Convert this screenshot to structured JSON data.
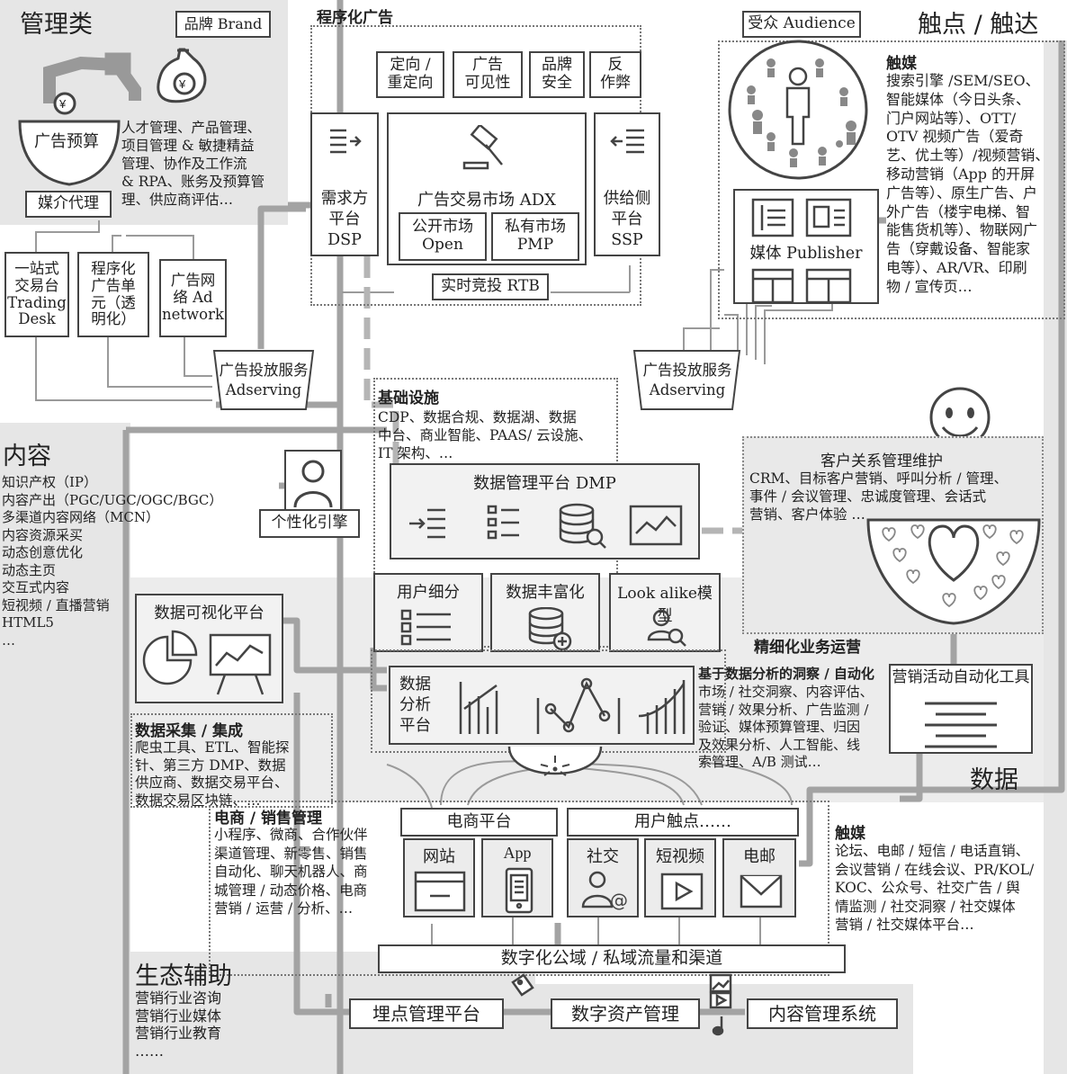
{
  "management": {
    "title": "管理类",
    "brand": "品牌 Brand",
    "budget": "广告预算",
    "agency": "媒介代理",
    "agency_tasks": "人才管理、产品管理、\n项目管理 & 敏捷精益\n管理、协作及工作流\n& RPA、账务及预算管\n理、供应商评估…",
    "tools": [
      "一站式\n交易台\nTrading\nDesk",
      "程序化\n广告单\n元（透\n明化）",
      "广告网\n络 Ad\nnetwork"
    ],
    "adserving": "广告投放服务\nAdserving"
  },
  "programmatic": {
    "title": "程序化广告",
    "top_items": [
      "定向 /\n重定向",
      "广告\n可见性",
      "品牌\n安全",
      "反\n作弊"
    ],
    "dsp": "需求方\n平台\nDSP",
    "adx": "广告交易市场 ADX",
    "open": "公开市场\nOpen",
    "pmp": "私有市场\nPMP",
    "ssp": "供给侧\n平台\nSSP",
    "rtb": "实时竞投 RTB"
  },
  "touchpoints": {
    "title": "触点 / 触达",
    "audience": "受众 Audience",
    "media_title": "触媒",
    "media_text": "搜索引擎 /SEM/SEO、\n智能媒体（今日头条、\n门户网站等）、OTT/\nOTV 视频广告（爱奇\n艺、优土等）/视频营销、\n移动营销（App 的开屏\n广告等）、原生广告、户\n外广告（楼宇电梯、智\n能售货机等）、物联网广\n告（穿戴设备、智能家\n电等）、AR/VR、印刷\n物 / 宣传页…",
    "publisher": "媒体 Publisher",
    "adserving": "广告投放服务\nAdserving"
  },
  "infrastructure": {
    "title": "基础设施",
    "text": "CDP、数据合规、数据湖、数据\n中台、商业智能、PAAS/ 云设施、\nIT 架构、…",
    "dmp": "数据管理平台 DMP",
    "modules": [
      "用户细分",
      "数据丰富化",
      "Look alike模型"
    ],
    "personalization": "个性化引擎"
  },
  "crm": {
    "title": "客户关系管理维护",
    "text": "CRM、目标客户营销、呼叫分析 / 管理、\n事件 / 会议管理、忠诚度管理、会话式\n营销、客户体验 …"
  },
  "content": {
    "title": "内容",
    "items": [
      "知识产权（IP）",
      "内容产出（PGC/UGC/OGC/BGC）",
      "多渠道内容网络（MCN）",
      "内容资源采买",
      "动态创意优化",
      "动态主页",
      "交互式内容",
      "短视频 / 直播营销",
      "HTML5",
      "…"
    ]
  },
  "data": {
    "title": "数据",
    "visualization": "数据可视化平台",
    "analytics": "数据\n分析\n平台",
    "fine_ops": "精细化业务运营",
    "insight_title": "基于数据分析的洞察 / 自动化",
    "insight_text": "市场 / 社交洞察、内容评估、\n营销 / 效果分析、广告监测 /\n验证、媒体预算管理、归因\n及效果分析、人工智能、线\n索管理、A/B 测试…",
    "automation": "营销活动自动化工具",
    "collection_title": "数据采集 / 集成",
    "collection_text": "爬虫工具、ETL、智能探\n针、第三方 DMP、数据\n供应商、数据交易平台、\n数据交易区块链、…"
  },
  "ecommerce": {
    "title": "电商 / 销售管理",
    "text": "小程序、微商、合作伙伴\n渠道管理、新零售、销售\n自动化、聊天机器人、商\n城管理 / 动态价格、电商\n营销 / 运营 / 分析、…",
    "platform": "电商平台",
    "touchpoints": "用户触点……",
    "channels": [
      "网站",
      "App",
      "社交",
      "短视频",
      "电邮"
    ],
    "private_domain": "数字化公域 / 私域流量和渠道"
  },
  "social_media": {
    "title": "触媒",
    "text": "论坛、电邮 / 短信 / 电话直销、\n会议营销 / 在线会议、PR/KOL/\nKOC、公众号、社交广告 / 舆\n情监测 / 社交洞察 / 社交媒体\n营销 / 社交媒体平台…"
  },
  "ecosystem": {
    "title": "生态辅助",
    "items": [
      "营销行业咨询",
      "营销行业媒体",
      "营销行业教育",
      "……"
    ]
  },
  "bottom": {
    "tracking": "埋点管理平台",
    "dam": "数字资产管理",
    "cms": "内容管理系统"
  },
  "colors": {
    "region": "#e6e6e6",
    "line": "#9a9a9a",
    "border": "#444444"
  }
}
